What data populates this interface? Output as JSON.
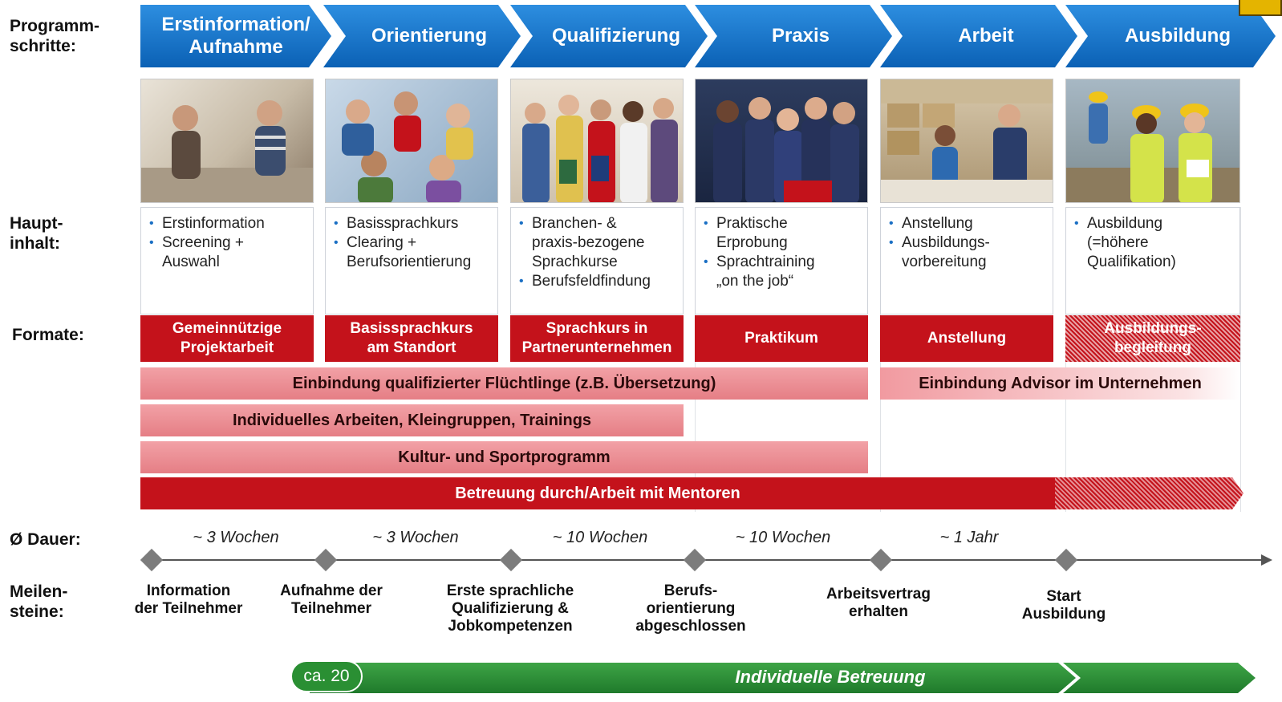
{
  "row_labels": {
    "programm": "Programm-\nschritte:",
    "haupt": "Haupt-\ninhalt:",
    "formate": "Formate:",
    "dauer": "Ø Dauer:",
    "meilen": "Meilen-\nsteine:"
  },
  "steps": [
    "Erstinformation/\nAufnahme",
    "Orientierung",
    "Qualifizierung",
    "Praxis",
    "Arbeit",
    "Ausbildung"
  ],
  "contents": [
    [
      "Erstinformation",
      "Screening +\nAuswahl"
    ],
    [
      "Basissprachkurs",
      "Clearing +\nBerufsorientierung"
    ],
    [
      "Branchen- &\npraxis-bezogene\nSprachkurse",
      "Berufsfeldfindung"
    ],
    [
      "Praktische\nErprobung",
      "Sprachtraining\n„on the job“"
    ],
    [
      "Anstellung",
      "Ausbildungs-\nvorbereitung"
    ],
    [
      "Ausbildung\n(=höhere\nQualifikation)"
    ]
  ],
  "formats": [
    "Gemeinnützige\nProjektarbeit",
    "Basissprachkurs\nam Standort",
    "Sprachkurs in\nPartnerunternehmen",
    "Praktikum",
    "Anstellung",
    "Ausbildungs-\nbegleitung"
  ],
  "bars": {
    "fluechtlinge": "Einbindung qualifizierter Flüchtlinge (z.B. Übersetzung)",
    "advisor": "Einbindung Advisor im Unternehmen",
    "individuell": "Individuelles Arbeiten, Kleingruppen, Trainings",
    "kultur": "Kultur- und Sportprogramm",
    "mentoren": "Betreuung durch/Arbeit mit Mentoren"
  },
  "durations": [
    "~ 3 Wochen",
    "~ 3 Wochen",
    "~ 10 Wochen",
    "~ 10 Wochen",
    "~ 1 Jahr"
  ],
  "milestones": [
    "Information\nder Teilnehmer",
    "Aufnahme der\nTeilnehmer",
    "Erste sprachliche\nQualifizierung &\nJobkompetenzen",
    "Berufs-\norientierung\nabgeschlossen",
    "Arbeitsvertrag\nerhalten",
    "Start\nAusbildung"
  ],
  "bottom": {
    "count": "ca. 20",
    "label": "Individuelle Betreuung"
  },
  "photo_names": [
    "Zwei Personen im Gespräch",
    "Gruppe junger Menschen",
    "Studierende mit Büchern",
    "Team in Arbeitskleidung",
    "Mitarbeiter im Lager",
    "Auszubildende mit Helmen"
  ],
  "colors": {
    "blue": "#0b61b5",
    "red": "#c4121b",
    "pink": "#e57e85",
    "green": "#2a8f33"
  }
}
